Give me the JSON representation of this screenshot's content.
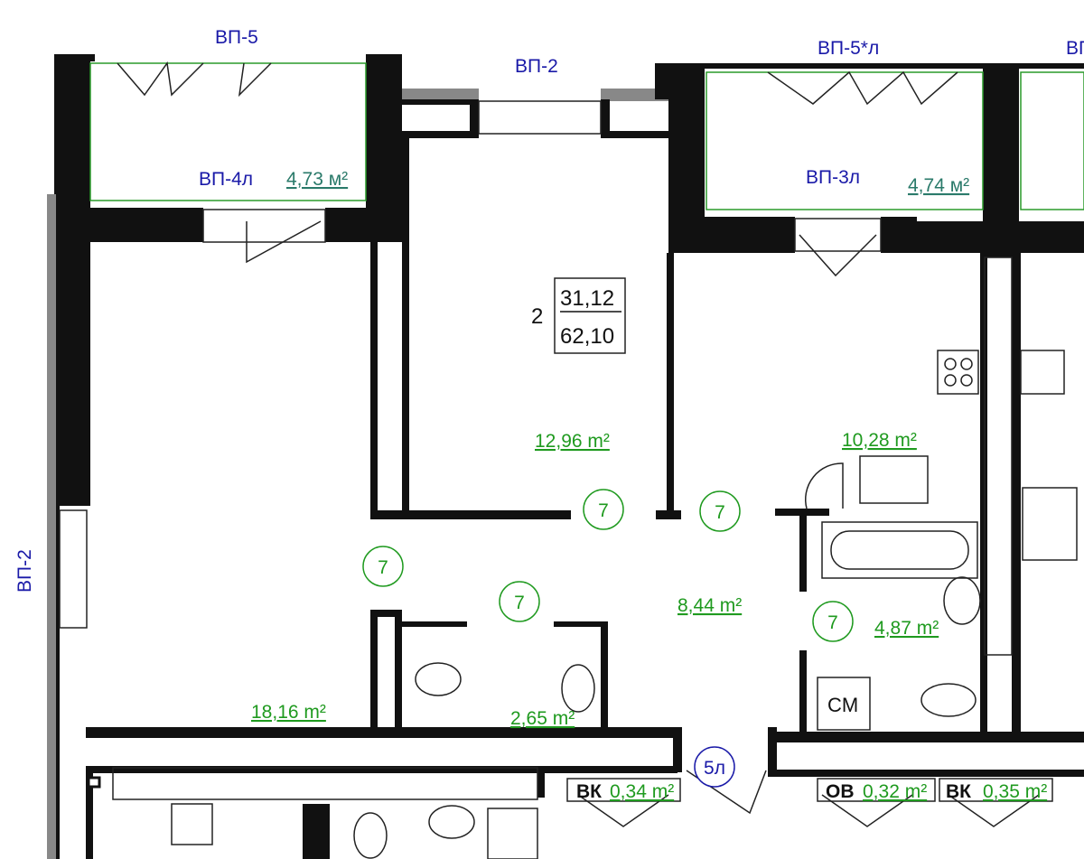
{
  "balconies": {
    "vp5": "ВП-5",
    "vp2_top": "ВП-2",
    "vp5l": "ВП-5*л",
    "vp_partial": "ВП",
    "vp4l": "ВП-4л",
    "vp4l_area": "4,73 м²",
    "vp3l": "ВП-3л",
    "vp3l_area": "4,74 м²",
    "vp2_left": "ВП-2"
  },
  "apartment": {
    "rooms": "2",
    "living_area": "31,12",
    "total_area": "62,10"
  },
  "rooms": [
    {
      "area": "12,96 m²"
    },
    {
      "area": "10,28 m²"
    },
    {
      "area": "8,44 m²"
    },
    {
      "area": "4,87 m²"
    },
    {
      "area": "18,16 m²"
    },
    {
      "area": "2,65 m²"
    }
  ],
  "markers": [
    "7",
    "7",
    "7",
    "7",
    "7"
  ],
  "stair_marker": "5л",
  "washer_label": "CM",
  "shafts": [
    {
      "code": "ВК",
      "area": "0,34 m²"
    },
    {
      "code": "ОВ",
      "area": "0,32 m²"
    },
    {
      "code": "ВК",
      "area": "0,35 m²"
    }
  ]
}
